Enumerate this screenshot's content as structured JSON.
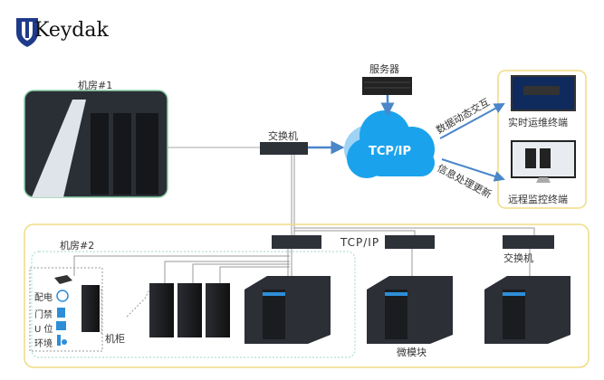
{
  "logo": {
    "text": "Keydak",
    "color": "#1f3a8a"
  },
  "room1": {
    "label": "机房#1"
  },
  "room2": {
    "label": "机房#2"
  },
  "switch_top": {
    "label": "交换机"
  },
  "server": {
    "label": "服务器"
  },
  "cloud": {
    "label": "TCP/IP",
    "color": "#1aa3ec"
  },
  "terminals": [
    {
      "label": "实时运维终端"
    },
    {
      "label": "远程监控终端"
    }
  ],
  "arrows": {
    "up": "数据动态交互",
    "down": "信息处理更新"
  },
  "bus_label": "TCP/IP",
  "switch_right": {
    "label": "交换机"
  },
  "micro_module": {
    "label": "微模块"
  },
  "cabinet": {
    "label": "机柜"
  },
  "monitor_items": [
    {
      "label": "配电",
      "icon": "power-icon"
    },
    {
      "label": "门禁",
      "icon": "lock-icon"
    },
    {
      "label": "U 位",
      "icon": "u-slot-icon"
    },
    {
      "label": "环境",
      "icon": "thermometer-icon"
    }
  ],
  "colors": {
    "yellow_border": "#f0dc82",
    "green_border": "#8fd1a8",
    "arrow": "#4a86c8"
  }
}
